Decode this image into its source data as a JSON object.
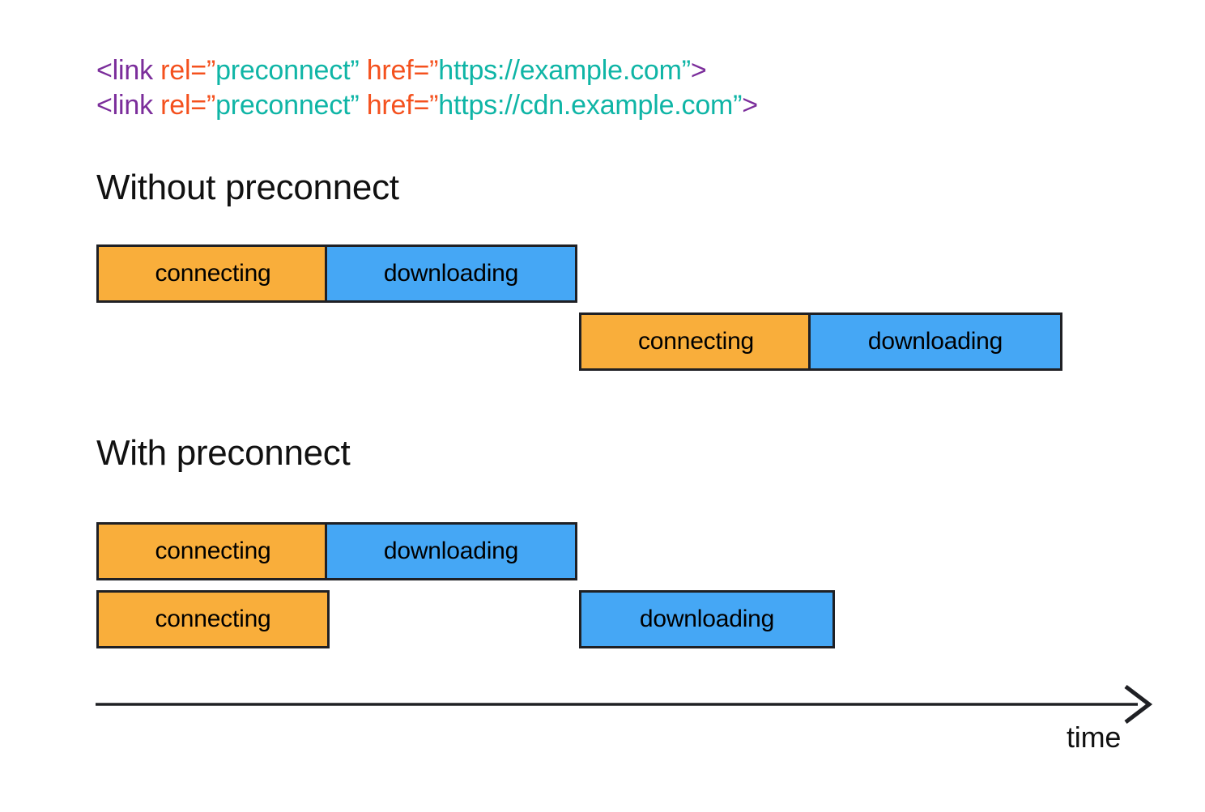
{
  "code_snippet": {
    "lines": [
      {
        "tag_open": "<link",
        "attr1": " rel=”",
        "val1": "preconnect”",
        "attr2": " href=”",
        "val2": "https://example.com”",
        "tag_close": ">"
      },
      {
        "tag_open": "<link",
        "attr1": " rel=”",
        "val1": "preconnect”",
        "attr2": " href=”",
        "val2": "https://cdn.example.com”",
        "tag_close": ">"
      }
    ],
    "colors": {
      "tag": "#7B2D9B",
      "attribute": "#F4511E",
      "value": "#0FB5A6"
    }
  },
  "sections": [
    {
      "id": "without",
      "title": "Without preconnect",
      "rows": [
        {
          "segments": [
            {
              "label": "connecting",
              "phase": "connecting"
            },
            {
              "label": "downloading",
              "phase": "downloading"
            }
          ]
        },
        {
          "segments": [
            {
              "label": "connecting",
              "phase": "connecting"
            },
            {
              "label": "downloading",
              "phase": "downloading"
            }
          ]
        }
      ]
    },
    {
      "id": "with",
      "title": "With preconnect",
      "rows": [
        {
          "segments": [
            {
              "label": "connecting",
              "phase": "connecting"
            },
            {
              "label": "downloading",
              "phase": "downloading"
            }
          ]
        },
        {
          "segments": [
            {
              "label": "connecting",
              "phase": "connecting"
            },
            {
              "label": "downloading",
              "phase": "downloading"
            }
          ]
        }
      ]
    }
  ],
  "axis": {
    "label": "time",
    "arrow_icon": "arrow-right-icon"
  },
  "palette": {
    "connecting": "#F9AE3B",
    "downloading": "#45A7F5",
    "bar_border": "#1F2024",
    "text": "#000000",
    "background": "#FFFFFF"
  }
}
